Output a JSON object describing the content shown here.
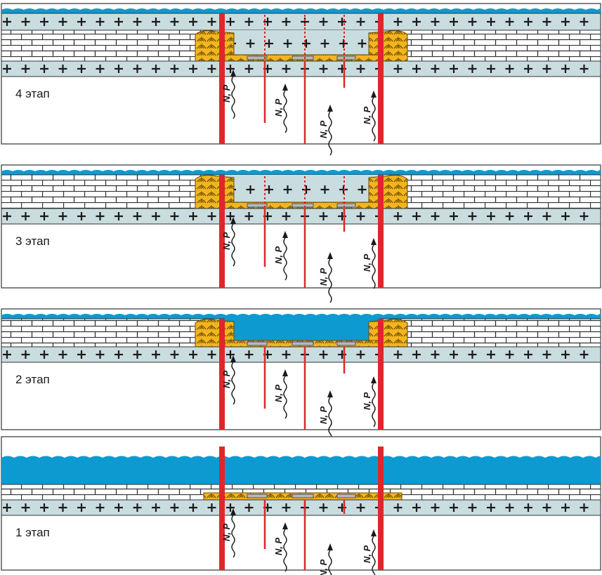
{
  "colors": {
    "water": "#0d9ad0",
    "granite_band": "#c9dde0",
    "brick_fill": "#ffffff",
    "brick_line": "#333333",
    "reef_yellow": "#f3b51f",
    "reef_line": "#6a4a00",
    "fault_red": "#e0262a",
    "grey_lens": "#b8b8b8",
    "frame": "#333333"
  },
  "icons": {
    "plus_mark": "plus-icon",
    "arrow": "arrow-up-icon"
  },
  "flow_label": {
    "n": "N",
    "p": "P"
  },
  "stages": [
    {
      "label": "4 этап",
      "water_top": "thin",
      "brick_layer": true,
      "upper_granite": true,
      "basin_fill": "granite"
    },
    {
      "label": "3 этап",
      "water_top": "thin",
      "brick_layer": true,
      "upper_granite": false,
      "basin_fill": "granite"
    },
    {
      "label": "2 этап",
      "water_top": "thin",
      "brick_layer": true,
      "upper_granite": false,
      "basin_fill": "water"
    },
    {
      "label": "1 этап",
      "water_top": "thick",
      "brick_layer": false,
      "upper_granite": false,
      "basin_fill": "none"
    }
  ]
}
